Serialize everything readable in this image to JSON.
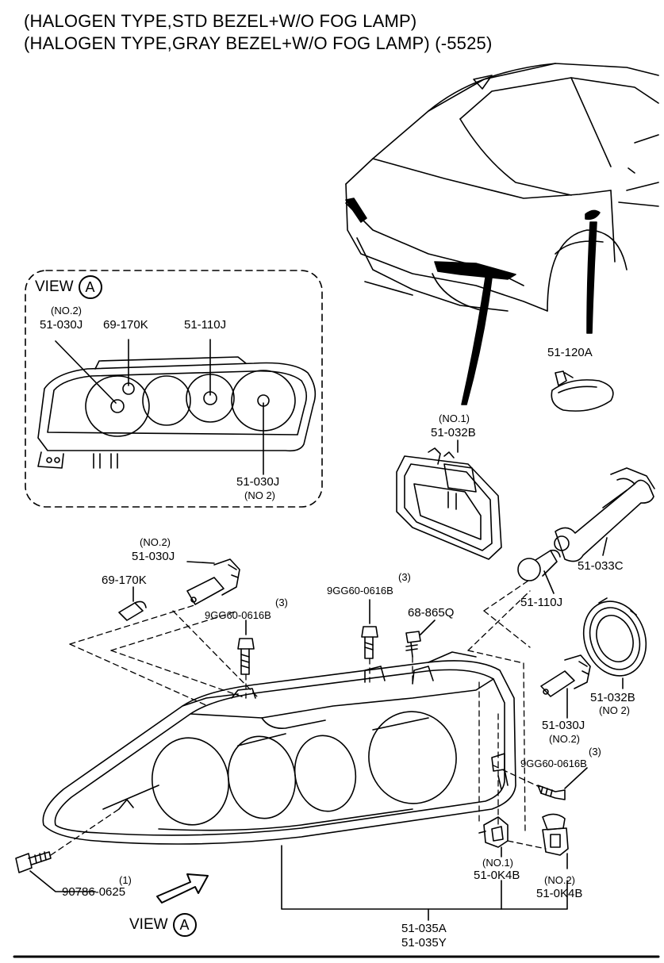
{
  "title": {
    "line1": "(HALOGEN TYPE,STD BEZEL+W/O FOG LAMP)",
    "line2": "(HALOGEN TYPE,GRAY BEZEL+W/O FOG LAMP) (-5525)"
  },
  "view_a": {
    "word": "VIEW",
    "letter": "A"
  },
  "inset_labels": {
    "no2_top": "(NO.2)",
    "part_030j_top": "51-030J",
    "part_170k": "69-170K",
    "part_110j": "51-110J",
    "part_030j_bottom": "51-030J",
    "no2_bottom": "(NO 2)"
  },
  "parts": {
    "p120a": "51-120A",
    "no1_032b": "(NO.1)",
    "p032b_top": "51-032B",
    "p033c": "51-033C",
    "p110j": "51-110J",
    "no2_030j_left": "(NO.2)",
    "p030j_left": "51-030J",
    "p170k": "69-170K",
    "qty_bolt_left": "(3)",
    "bolt_left": "9GG60-0616B",
    "qty_bolt_mid": "(3)",
    "bolt_mid": "9GG60-0616B",
    "p865q": "68-865Q",
    "p032b_right": "51-032B",
    "no2_032b_right": "(NO 2)",
    "p030j_right": "51-030J",
    "no2_030j_right": "(NO.2)",
    "qty_bolt_right": "(3)",
    "bolt_right": "9GG60-0616B",
    "no1_0k4b": "(NO.1)",
    "p0k4b_left": "51-0K4B",
    "no2_0k4b": "(NO.2)",
    "p0k4b_right": "51-0K4B",
    "qty_screw": "(1)",
    "screw": "90786-0625",
    "assy_a": "51-035A",
    "assy_y": "51-035Y"
  }
}
